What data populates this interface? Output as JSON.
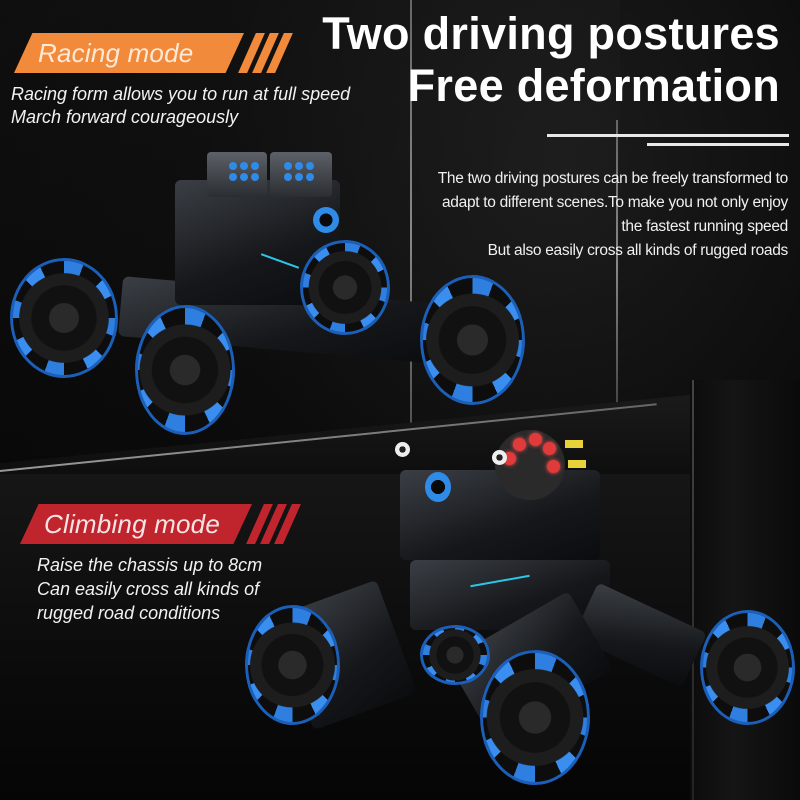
{
  "headline": {
    "line1": "Two driving postures",
    "line2": "Free deformation"
  },
  "description": {
    "lines": [
      "The two driving postures can be freely transformed to",
      "adapt to different scenes.To make you not only enjoy",
      "the fastest running speed",
      "But also easily cross all kinds of rugged roads"
    ]
  },
  "modes": [
    {
      "label": "Racing mode",
      "color": "#f28a3b",
      "lines": [
        "Racing form allows you to run at full speed",
        "March forward courageously"
      ]
    },
    {
      "label": "Climbing mode",
      "color": "#c0252e",
      "lines": [
        "Raise the chassis up to 8cm",
        "Can easily cross all kinds of",
        "rugged road conditions"
      ]
    }
  ],
  "colors": {
    "background": "#050505",
    "wheel_accent": "#2f7fe0",
    "ammo_red": "#e03a3a",
    "text": "#ffffff"
  }
}
